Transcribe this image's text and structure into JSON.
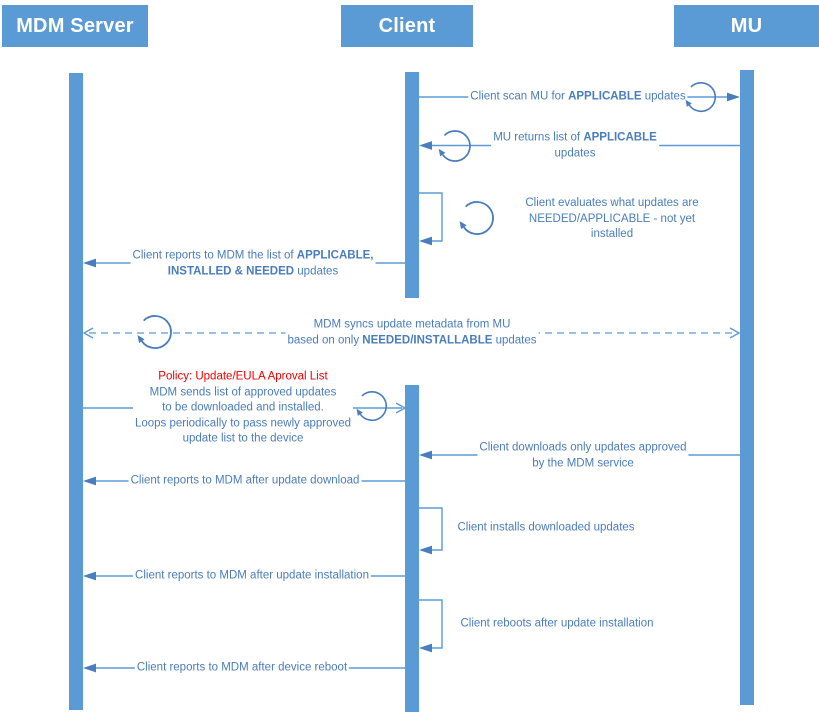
{
  "diagram": {
    "type": "uml-sequence-diagram",
    "colors": {
      "actor_fill": "#5b9bd5",
      "lifeline_fill": "#5b9bd5",
      "line_stroke": "#5b9bd5",
      "arrow_fill": "#4a7dbd",
      "text_blue": "#4a7dbd",
      "policy_red": "#ee0000"
    },
    "actors": [
      {
        "id": "mdm",
        "label": "MDM Server"
      },
      {
        "id": "client",
        "label": "Client"
      },
      {
        "id": "mu",
        "label": "MU"
      }
    ],
    "messages": [
      {
        "name": "scan-applicable",
        "from": "Client",
        "to": "MU",
        "line": "solid",
        "arrow": "filled",
        "segments": [
          {
            "t": "Client scan MU for "
          },
          {
            "t": "APPLICABLE",
            "b": true
          },
          {
            "t": " updates"
          }
        ]
      },
      {
        "name": "return-applicable",
        "from": "MU",
        "to": "Client",
        "line": "solid",
        "arrow": "filled",
        "segments": [
          {
            "t": "MU returns list of "
          },
          {
            "t": "APPLICABLE",
            "b": true
          },
          {
            "t": "\nupdates"
          }
        ]
      },
      {
        "name": "evaluate-updates",
        "from": "Client",
        "to": "Client",
        "line": "self",
        "arrow": "filled",
        "segments": [
          {
            "t": "Client evaluates what updates are\nNEEDED/APPLICABLE - not yet installed"
          }
        ]
      },
      {
        "name": "report-inventory",
        "from": "Client",
        "to": "MDM Server",
        "line": "solid",
        "arrow": "filled",
        "segments": [
          {
            "t": "Client reports to MDM the list of "
          },
          {
            "t": "APPLICABLE,",
            "b": true
          },
          {
            "t": "\n"
          },
          {
            "t": "INSTALLED & NEEDED",
            "b": true
          },
          {
            "t": " updates"
          }
        ]
      },
      {
        "name": "sync-metadata",
        "from": "MDM Server",
        "to": "MU",
        "line": "dashed",
        "arrow": "open-both-ends",
        "segments": [
          {
            "t": "MDM syncs update metadata from MU\nbased on only "
          },
          {
            "t": "NEEDED/INSTALLABLE",
            "b": true
          },
          {
            "t": " updates"
          }
        ]
      },
      {
        "name": "approval-policy",
        "from": "MDM Server",
        "to": "Client",
        "line": "solid",
        "arrow": "open",
        "segments": [
          {
            "t": "Policy: Update/EULA Aproval List",
            "c": "#ee0000"
          },
          {
            "t": "\nMDM sends list of approved updates\nto be downloaded and installed.\nLoops periodically to pass newly approved\nupdate list to the device"
          }
        ]
      },
      {
        "name": "download-approved",
        "from": "MU",
        "to": "Client",
        "line": "solid",
        "arrow": "filled",
        "segments": [
          {
            "t": "Client downloads only updates approved\nby the MDM service"
          }
        ]
      },
      {
        "name": "report-download",
        "from": "Client",
        "to": "MDM Server",
        "line": "solid",
        "arrow": "filled",
        "segments": [
          {
            "t": "Client reports to MDM after update download"
          }
        ]
      },
      {
        "name": "install-updates",
        "from": "Client",
        "to": "Client",
        "line": "self",
        "arrow": "filled",
        "segments": [
          {
            "t": "Client installs downloaded updates"
          }
        ]
      },
      {
        "name": "report-install",
        "from": "Client",
        "to": "MDM Server",
        "line": "solid",
        "arrow": "filled",
        "segments": [
          {
            "t": "Client reports to MDM after update installation"
          }
        ]
      },
      {
        "name": "reboot",
        "from": "Client",
        "to": "Client",
        "line": "self",
        "arrow": "filled",
        "segments": [
          {
            "t": "Client reboots after update installation"
          }
        ]
      },
      {
        "name": "report-reboot",
        "from": "Client",
        "to": "MDM Server",
        "line": "solid",
        "arrow": "filled",
        "segments": [
          {
            "t": "Client reports to MDM after device reboot"
          }
        ]
      }
    ]
  }
}
